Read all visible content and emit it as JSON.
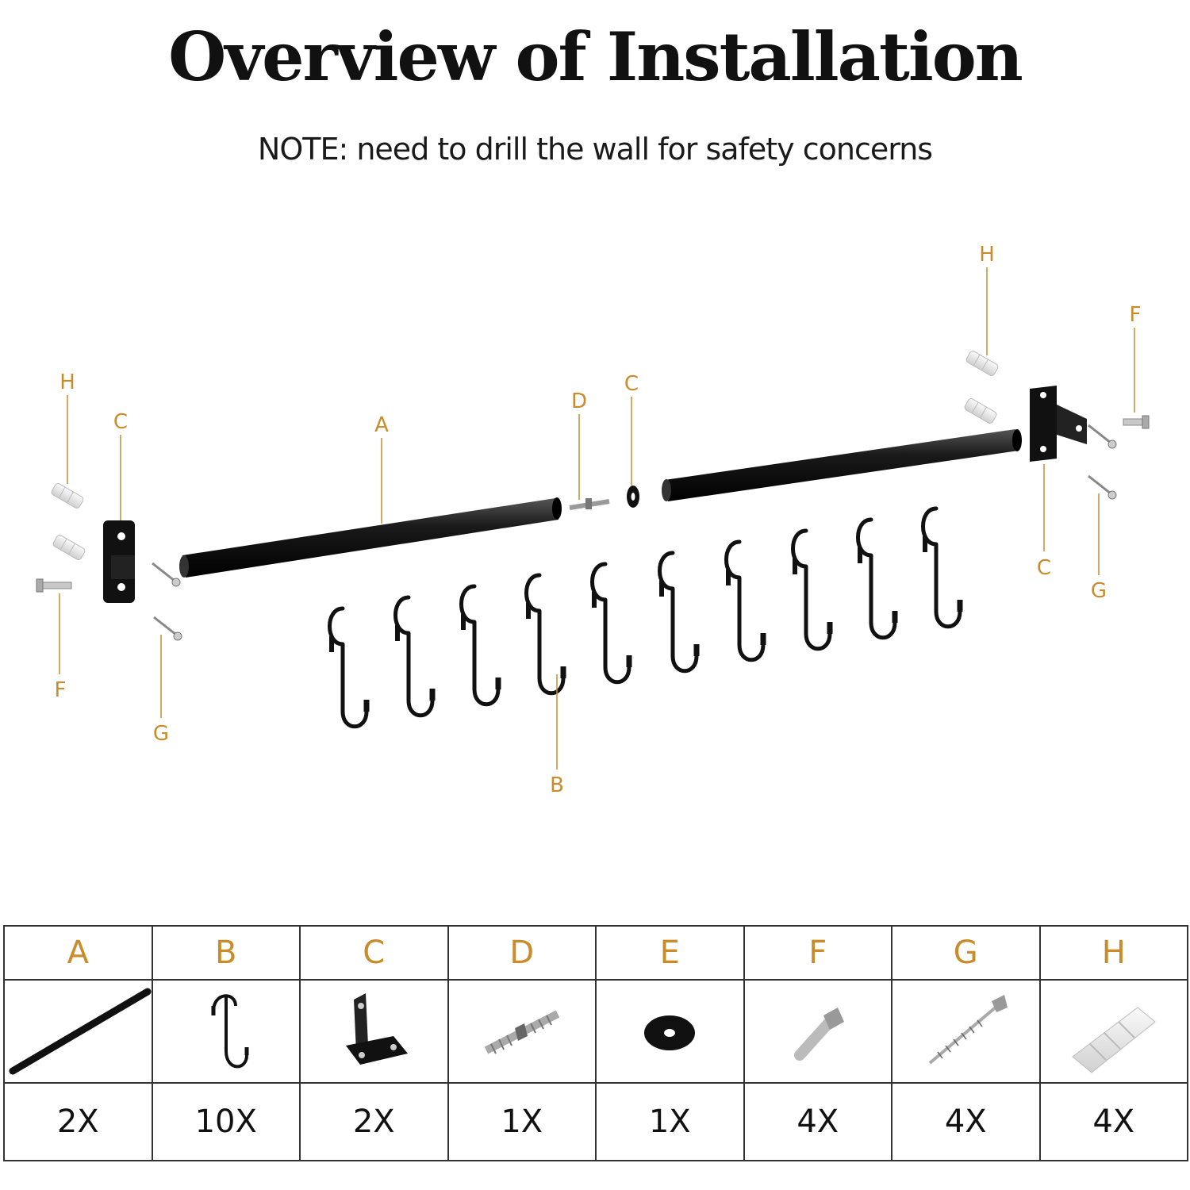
{
  "title": "Overview of Installation",
  "note": "NOTE: need to drill the wall for safety concerns",
  "callouts": {
    "left_h": "H",
    "left_c": "C",
    "left_f": "F",
    "left_g": "G",
    "rod_a": "A",
    "screw_d": "D",
    "washer_c": "C",
    "hooks_b": "B",
    "right_h": "H",
    "right_f": "F",
    "right_c": "C",
    "right_g": "G"
  },
  "parts": [
    {
      "letter": "A",
      "icon": "rod-icon",
      "quantity": "2X"
    },
    {
      "letter": "B",
      "icon": "s-hook-icon",
      "quantity": "10X"
    },
    {
      "letter": "C",
      "icon": "bracket-icon",
      "quantity": "2X"
    },
    {
      "letter": "D",
      "icon": "double-screw-icon",
      "quantity": "1X"
    },
    {
      "letter": "E",
      "icon": "washer-icon",
      "quantity": "1X"
    },
    {
      "letter": "F",
      "icon": "bolt-icon",
      "quantity": "4X"
    },
    {
      "letter": "G",
      "icon": "wood-screw-icon",
      "quantity": "4X"
    },
    {
      "letter": "H",
      "icon": "wall-anchor-icon",
      "quantity": "4X"
    }
  ],
  "colors": {
    "accent": "#c98c2a",
    "hardware": "#111111",
    "anchor": "#e6e6e6"
  }
}
